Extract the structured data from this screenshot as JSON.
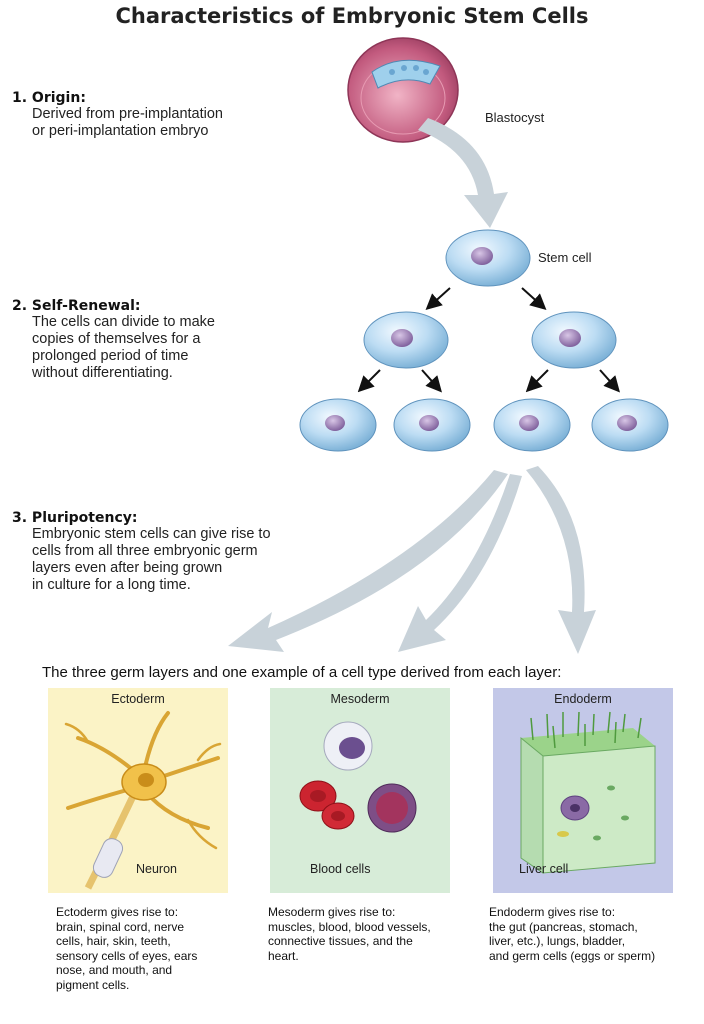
{
  "title": "Characteristics of Embryonic Stem Cells",
  "sections": [
    {
      "heading": "1. Origin:",
      "lines": [
        "Derived from pre-implantation",
        "or peri-implantation embryo"
      ]
    },
    {
      "heading": "2. Self-Renewal:",
      "lines": [
        "The cells can divide to make",
        "copies of themselves for a",
        "prolonged period of time",
        "without differentiating."
      ]
    },
    {
      "heading": "3. Pluripotency:",
      "lines": [
        "Embryonic stem cells can give rise to",
        "cells from all three embryonic germ",
        "layers even after being grown",
        "in culture for a long time."
      ]
    }
  ],
  "labels": {
    "blastocyst": "Blastocyst",
    "stem_cell": "Stem cell"
  },
  "germ_layers_title": "The three germ layers and one example of a cell type derived from each layer:",
  "panels": [
    {
      "name": "Ectoderm",
      "cell_label": "Neuron",
      "bg": "#fbf3c6",
      "desc": [
        "Ectoderm gives rise to:",
        "brain, spinal cord, nerve",
        "cells, hair, skin, teeth,",
        "sensory cells of eyes, ears",
        "nose, and mouth, and",
        "pigment cells."
      ]
    },
    {
      "name": "Mesoderm",
      "cell_label": "Blood cells",
      "bg": "#d7ecd8",
      "desc": [
        "Mesoderm gives rise to:",
        "muscles, blood, blood vessels,",
        "connective tissues, and the",
        "heart."
      ]
    },
    {
      "name": "Endoderm",
      "cell_label": "Liver cell",
      "bg": "#c3c8e8",
      "desc": [
        "Endoderm gives rise to:",
        "the gut (pancreas, stomach,",
        "liver, etc.), lungs, bladder,",
        "and germ cells (eggs or sperm)"
      ]
    }
  ],
  "colors": {
    "arrow": "#c8d2d9",
    "cell": "#bcdcf3",
    "nucleus": "#8b6aa8",
    "blastocyst": "#c25a7e"
  }
}
